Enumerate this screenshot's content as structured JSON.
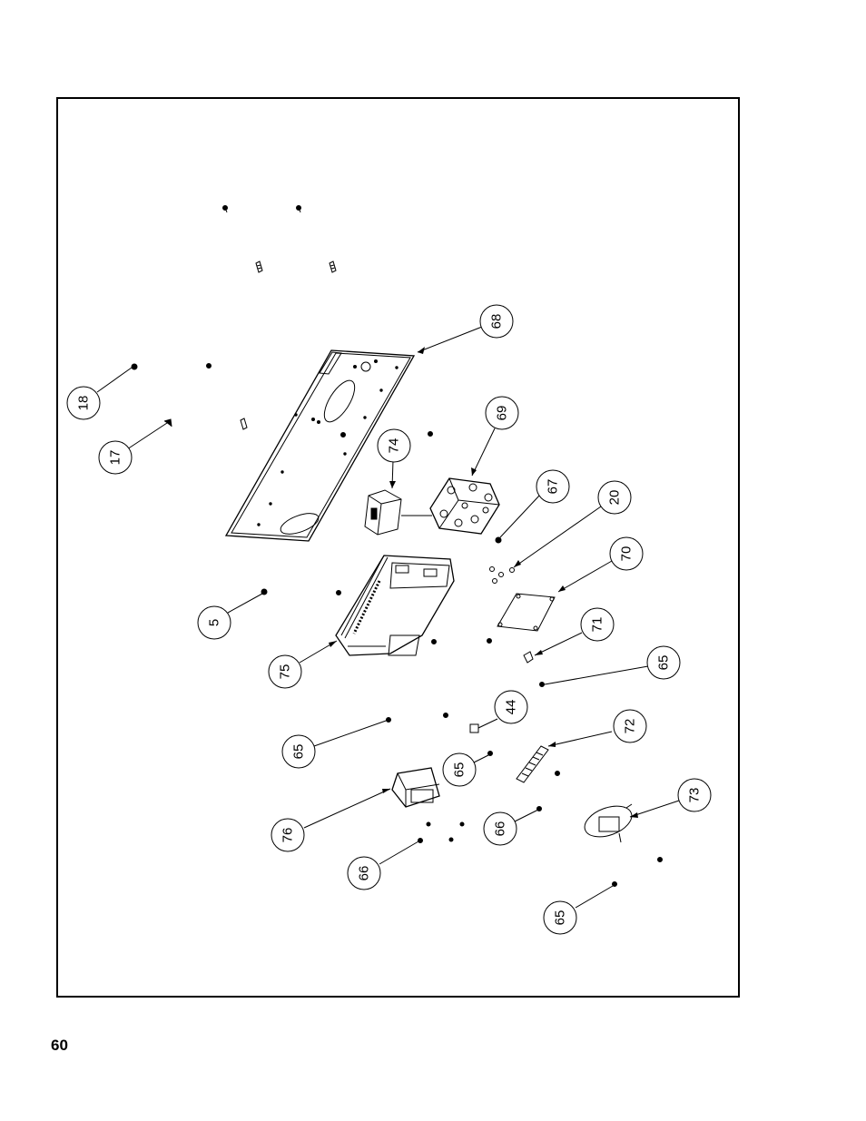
{
  "page": {
    "number": "60"
  },
  "diagram": {
    "callouts": [
      "68",
      "18",
      "17",
      "74",
      "69",
      "67",
      "20",
      "70",
      "5",
      "75",
      "71",
      "65",
      "44",
      "65",
      "72",
      "65",
      "76",
      "66",
      "66",
      "73",
      "65"
    ]
  }
}
